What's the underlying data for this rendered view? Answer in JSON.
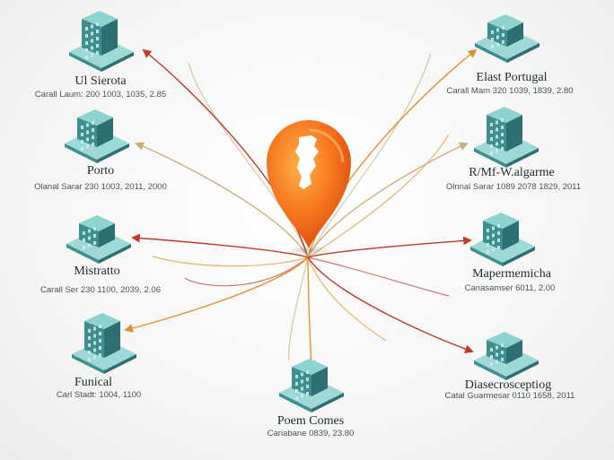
{
  "colors": {
    "pin_outer": "#f26a1b",
    "pin_inner": "#ff9a3c",
    "building_top": "#8ed3cf",
    "building_left": "#3f8f8e",
    "building_right": "#2d6f73",
    "arrow_red": "#c0392b",
    "arrow_orange": "#e0902e",
    "arrow_tan": "#c9b07a"
  },
  "hub": {
    "icon": "map-pin-icon",
    "shape": "portugal-map-icon"
  },
  "nodes": [
    {
      "id": "ul-sierota",
      "title": "Ul Sierota",
      "subtitle": "Carall Laum: 200 1003, 1035, 2.85",
      "arrow": "arrow_red"
    },
    {
      "id": "porto",
      "title": "Porto",
      "subtitle": "Olanal Sarar 230 1003, 2011, 2000",
      "arrow": "arrow_tan"
    },
    {
      "id": "mistratto",
      "title": "Mistratto",
      "subtitle": "Carall Ser 230 1100, 2039, 2.06",
      "arrow": "arrow_red"
    },
    {
      "id": "funical",
      "title": "Funical",
      "subtitle": "Carl Stadt: 1004, 1100",
      "arrow": "arrow_orange"
    },
    {
      "id": "poem-comes",
      "title": "Poem Comes",
      "subtitle": "Cariabane 0839, 23.80",
      "arrow": "arrow_orange"
    },
    {
      "id": "elast-portugal",
      "title": "Elast Portugal",
      "subtitle": "Carall Mam 320 1039, 1839, 2.80",
      "arrow": "arrow_orange"
    },
    {
      "id": "rmw-algarme",
      "title": "R/Mf-W.algarme",
      "subtitle": "Olnnal Sarar 1089 2078 1829, 2011",
      "arrow": "arrow_tan"
    },
    {
      "id": "mapermemicha",
      "title": "Mapermemicha",
      "subtitle": "Canasamser 6011, 2.00",
      "arrow": "arrow_red"
    },
    {
      "id": "diasecrosceptiog",
      "title": "Diasecrosceptiog",
      "subtitle": "Catal Guarmesar 0110 1658, 2011",
      "arrow": "arrow_red"
    }
  ]
}
